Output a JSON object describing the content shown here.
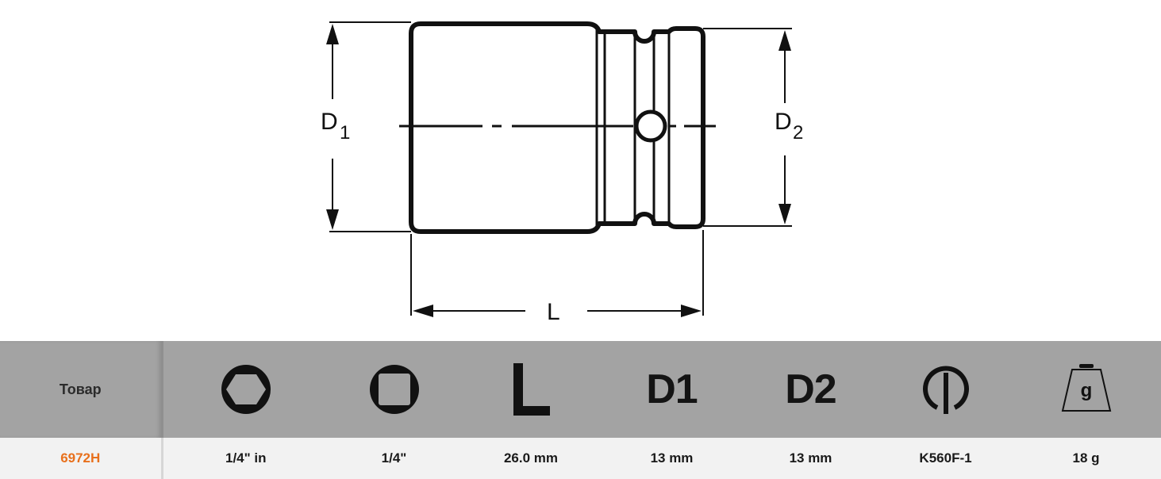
{
  "diagram": {
    "labels": {
      "d1_main": "D",
      "d1_sub": "1",
      "d2_main": "D",
      "d2_sub": "2",
      "length": "L"
    }
  },
  "table": {
    "header": {
      "product_label": "Товар",
      "icons": [
        {
          "name": "hexagon-icon"
        },
        {
          "name": "square-drive-icon"
        },
        {
          "name": "length-icon",
          "text": "L"
        },
        {
          "name": "d1-icon",
          "text": "D1"
        },
        {
          "name": "d2-icon",
          "text": "D2"
        },
        {
          "name": "magnet-ring-icon"
        },
        {
          "name": "weight-icon",
          "text": "g"
        }
      ]
    },
    "row": {
      "product_code": "6972H",
      "values": [
        "1/4\" in",
        "1/4\"",
        "26.0 mm",
        "13 mm",
        "13 mm",
        "K560F-1",
        "18 g"
      ]
    },
    "colors": {
      "header_bg": "#a3a3a3",
      "row_bg": "#f2f2f2",
      "accent": "#e8701c"
    }
  }
}
